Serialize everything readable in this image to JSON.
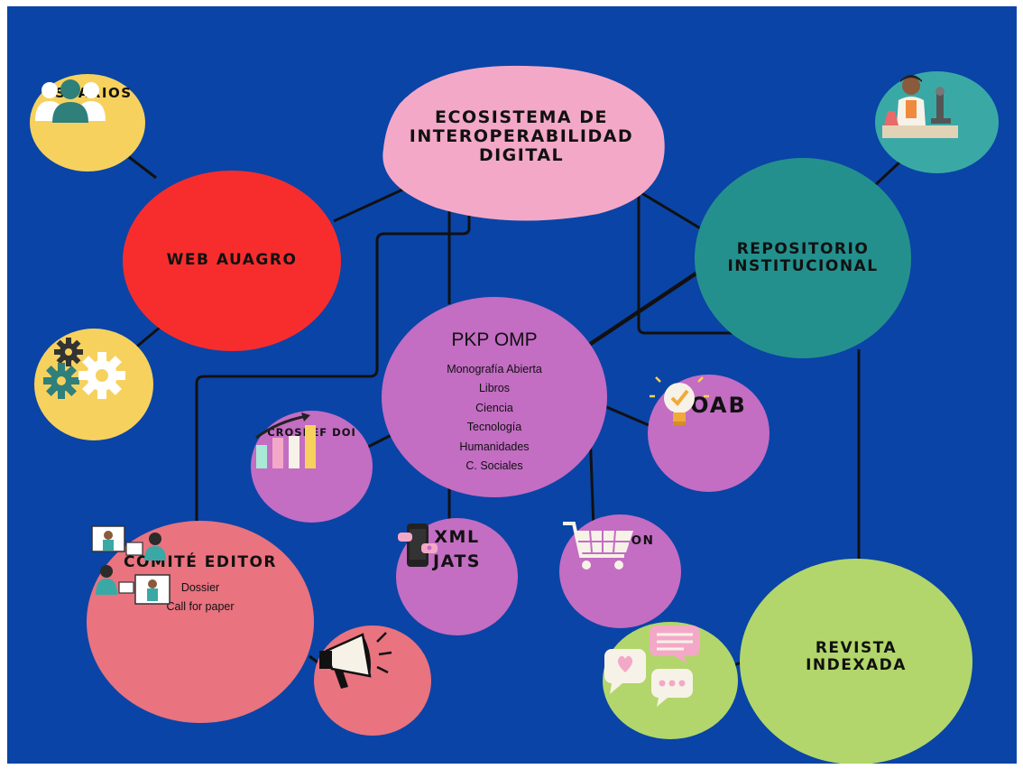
{
  "colors": {
    "background": "#0a44a6",
    "pink_light": "#f4a8c7",
    "red": "#f72d2d",
    "teal": "#24908d",
    "purple": "#c36dc3",
    "green": "#b2d66b",
    "salmon": "#e9737f",
    "yellow": "#f6d15e",
    "teal_light": "#3aa9a6"
  },
  "hub": {
    "title": "Ecosistema de Interoperabilidad Digital"
  },
  "web": {
    "title": "Web Auagro"
  },
  "usuarios": {
    "title": "Usuarios",
    "icon": "users-icon"
  },
  "settings": {
    "icon": "gears-icon"
  },
  "repositorio": {
    "title": "Repositorio Institucional"
  },
  "scientist": {
    "icon": "scientist-microscope-icon"
  },
  "pkp": {
    "title": "PKP OMP",
    "items": [
      "Monografía Abierta",
      "Libros",
      "Ciencia",
      "Tecnología",
      "Humanidades",
      "C. Sociales"
    ]
  },
  "doab": {
    "title": "DOAB",
    "icon": "lightbulb-check-icon"
  },
  "crossref": {
    "title": "Crosref DOI",
    "icon": "growth-chart-icon"
  },
  "xml": {
    "title_line1": "XML",
    "title_line2": "JATS",
    "icon": "phone-chat-icon"
  },
  "amazon": {
    "title": "Amazon",
    "icon": "shopping-cart-icon"
  },
  "comite": {
    "title": "Comité Editor",
    "items": [
      "Dossier",
      "Call for paper"
    ],
    "icon": "people-meeting-icon"
  },
  "megaphone": {
    "icon": "megaphone-icon"
  },
  "revista": {
    "title": "Revista Indexada"
  },
  "chat": {
    "icon": "chat-bubbles-icon"
  }
}
